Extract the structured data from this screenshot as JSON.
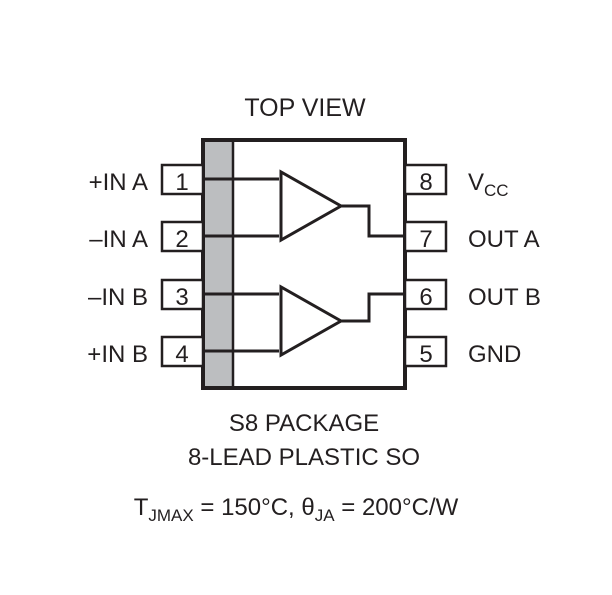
{
  "title": "TOP VIEW",
  "package_line1": "S8 PACKAGE",
  "package_line2": "8-LEAD PLASTIC SO",
  "thermal": {
    "t_symbol": "T",
    "t_sub": "JMAX",
    "t_value": " = 150°C, ",
    "theta_symbol": "θ",
    "theta_sub": "JA",
    "theta_value": " = 200°C/W"
  },
  "pins_left": [
    {
      "number": "1",
      "label": "+IN A"
    },
    {
      "number": "2",
      "label": "–IN A"
    },
    {
      "number": "3",
      "label": "–IN B"
    },
    {
      "number": "4",
      "label": "+IN B"
    }
  ],
  "pins_right": [
    {
      "number": "8",
      "label": "V",
      "label_sub": "CC"
    },
    {
      "number": "7",
      "label": "OUT A"
    },
    {
      "number": "6",
      "label": "OUT B"
    },
    {
      "number": "5",
      "label": "GND"
    }
  ],
  "colors": {
    "line": "#231f20",
    "pin1_stripe": "#bcbec0",
    "background": "#ffffff"
  }
}
